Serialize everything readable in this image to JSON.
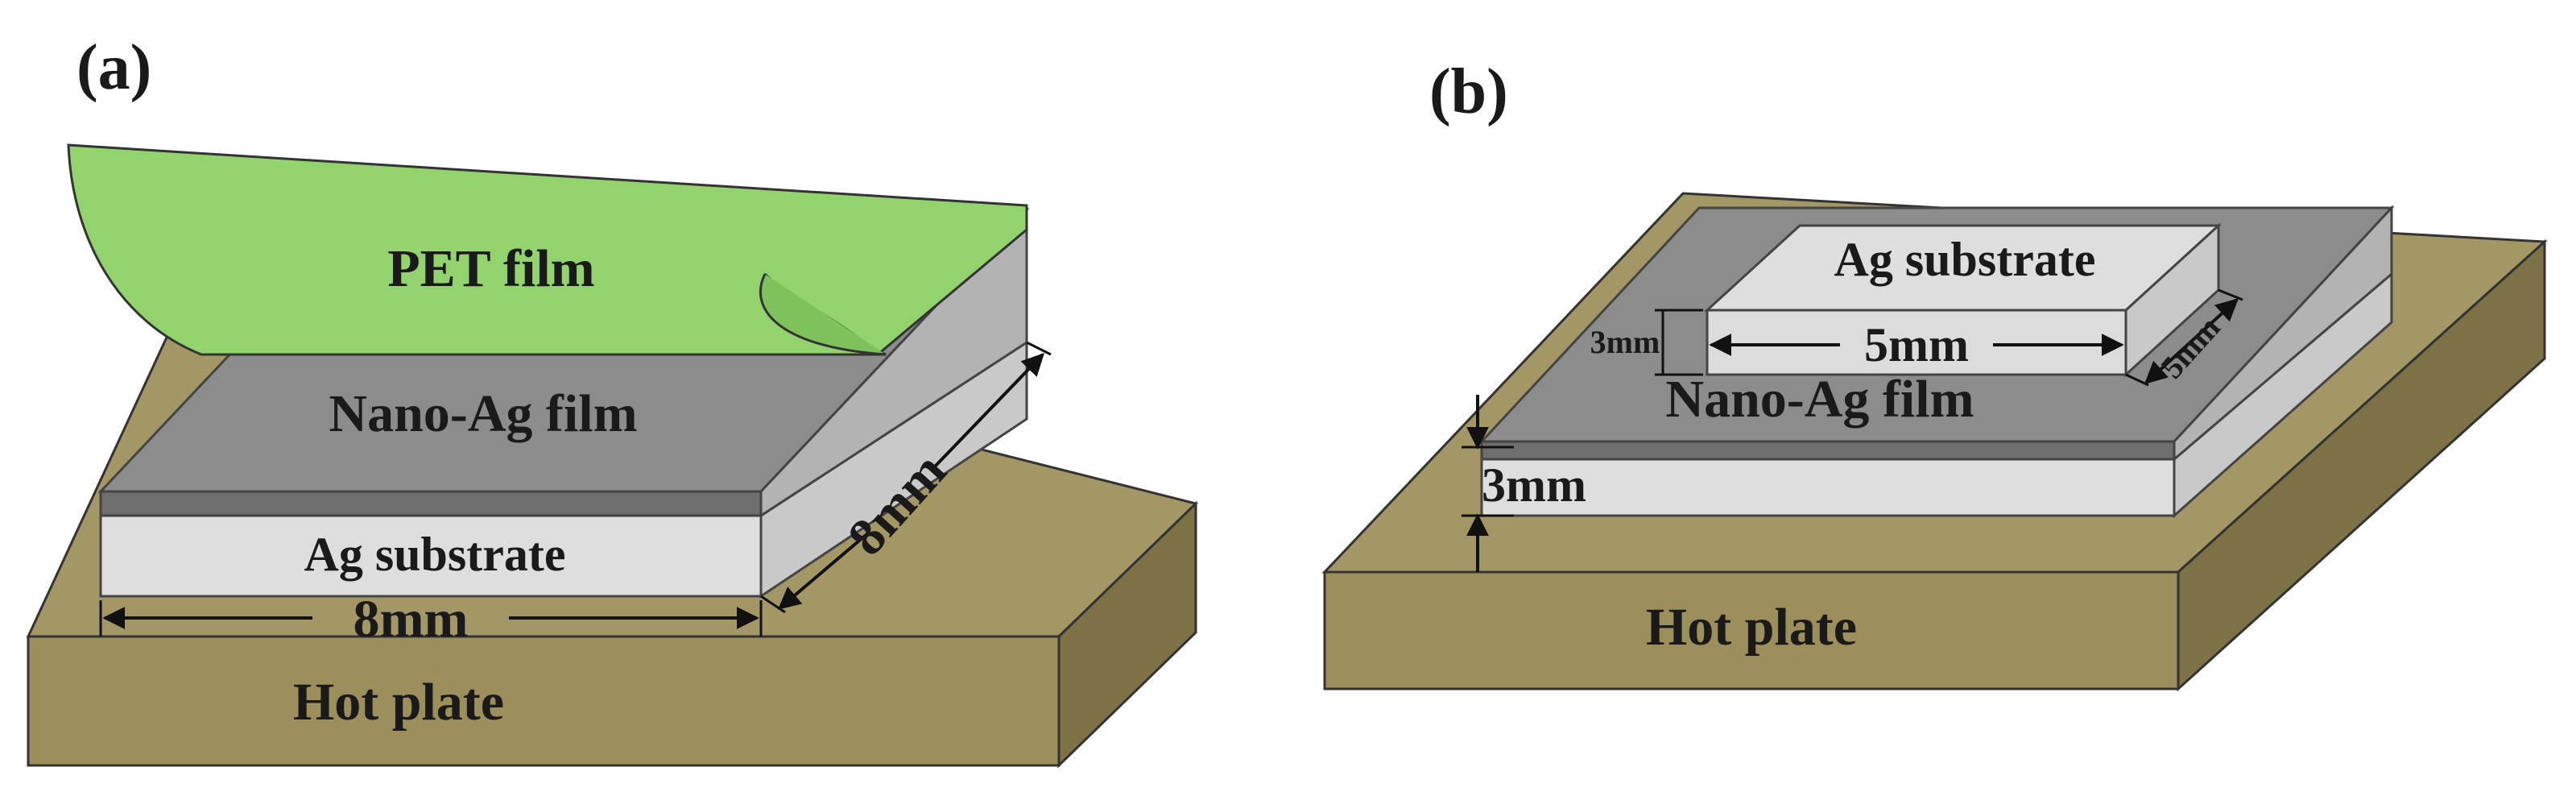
{
  "panels": {
    "a": {
      "panel_label": "(a)",
      "pet_film": "PET film",
      "nano_ag_film": "Nano-Ag film",
      "ag_substrate": "Ag substrate",
      "hot_plate": "Hot plate",
      "width_dim": "8mm",
      "depth_dim": "8mm"
    },
    "b": {
      "panel_label": "(b)",
      "ag_substrate": "Ag substrate",
      "nano_ag_film": "Nano-Ag film",
      "hot_plate": "Hot plate",
      "top_thickness_dim": "3mm",
      "top_width_dim": "5mm",
      "top_depth_dim": "5mm",
      "base_thickness_dim": "3mm"
    }
  },
  "colors": {
    "hot_plate": "#a39865",
    "ag_substrate": "#dedede",
    "nano_ag_film": "#8c8c8c",
    "pet_film": "#92d36e"
  }
}
